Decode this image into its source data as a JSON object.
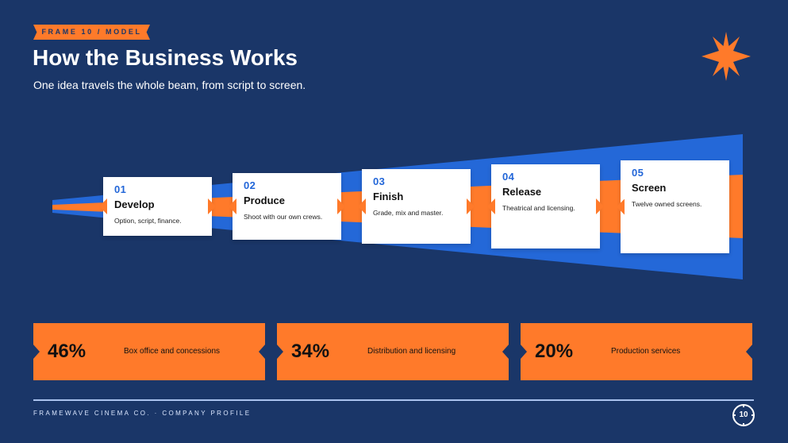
{
  "header": {
    "frame_label": "FRAME 10 / MODEL",
    "title": "How the Business Works",
    "subtitle": "One idea travels the whole beam, from script to screen."
  },
  "decoration": {
    "star_icon": "sparkle-star-icon",
    "accent_color": "#ff7a2a",
    "beam_blue": "#2468d8",
    "background": "#1a3668"
  },
  "stages": [
    {
      "number": "01",
      "title": "Develop",
      "description": "Option, script, finance."
    },
    {
      "number": "02",
      "title": "Produce",
      "description": "Shoot with our own crews."
    },
    {
      "number": "03",
      "title": "Finish",
      "description": "Grade, mix and master."
    },
    {
      "number": "04",
      "title": "Release",
      "description": "Theatrical and licensing."
    },
    {
      "number": "05",
      "title": "Screen",
      "description": "Twelve owned screens."
    }
  ],
  "revenue": [
    {
      "percent": "46%",
      "label": "Box office and concessions"
    },
    {
      "percent": "34%",
      "label": "Distribution and licensing"
    },
    {
      "percent": "20%",
      "label": "Production services"
    }
  ],
  "footer": {
    "company": "FRAMEWAVE CINEMA CO. · COMPANY PROFILE",
    "page_number": "10"
  }
}
